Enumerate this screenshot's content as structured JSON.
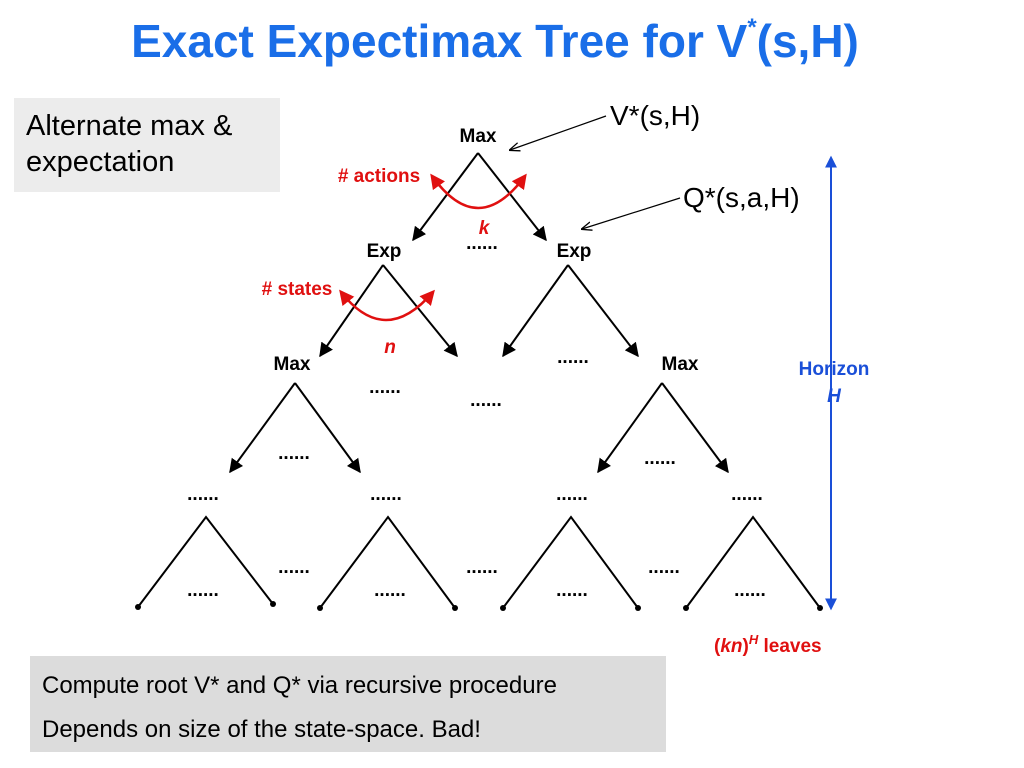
{
  "title": {
    "main": "Exact Expectimax Tree for V",
    "sup": "*",
    "tail": "(s,H)"
  },
  "note_box": {
    "line1": "Alternate max &",
    "line2": "expectation"
  },
  "callouts": {
    "root_value": "V*(s,H)",
    "q_value": "Q*(s,a,H)"
  },
  "node_labels": {
    "root": "Max",
    "exp_left": "Exp",
    "exp_right": "Exp",
    "max_left": "Max",
    "max_right": "Max"
  },
  "branching": {
    "actions_label": "# actions",
    "actions_symbol": "k",
    "states_label": "# states",
    "states_symbol": "n"
  },
  "ellipsis": "......",
  "horizon": {
    "label": "Horizon",
    "symbol": "H"
  },
  "leaves": {
    "paren_open": "(",
    "base": "kn",
    "paren_close": ")",
    "exponent": "H",
    "suffix": " leaves"
  },
  "bottom_box": {
    "line1": "Compute root V* and Q* via recursive procedure",
    "line2": "Depends on size of the state-space. Bad!"
  },
  "colors": {
    "title": "#1a6ee8",
    "highlight_red": "#e01010",
    "horizon_blue": "#1a4fd8",
    "note_bg": "#ececec",
    "bottom_bg": "#dcdcdc"
  }
}
